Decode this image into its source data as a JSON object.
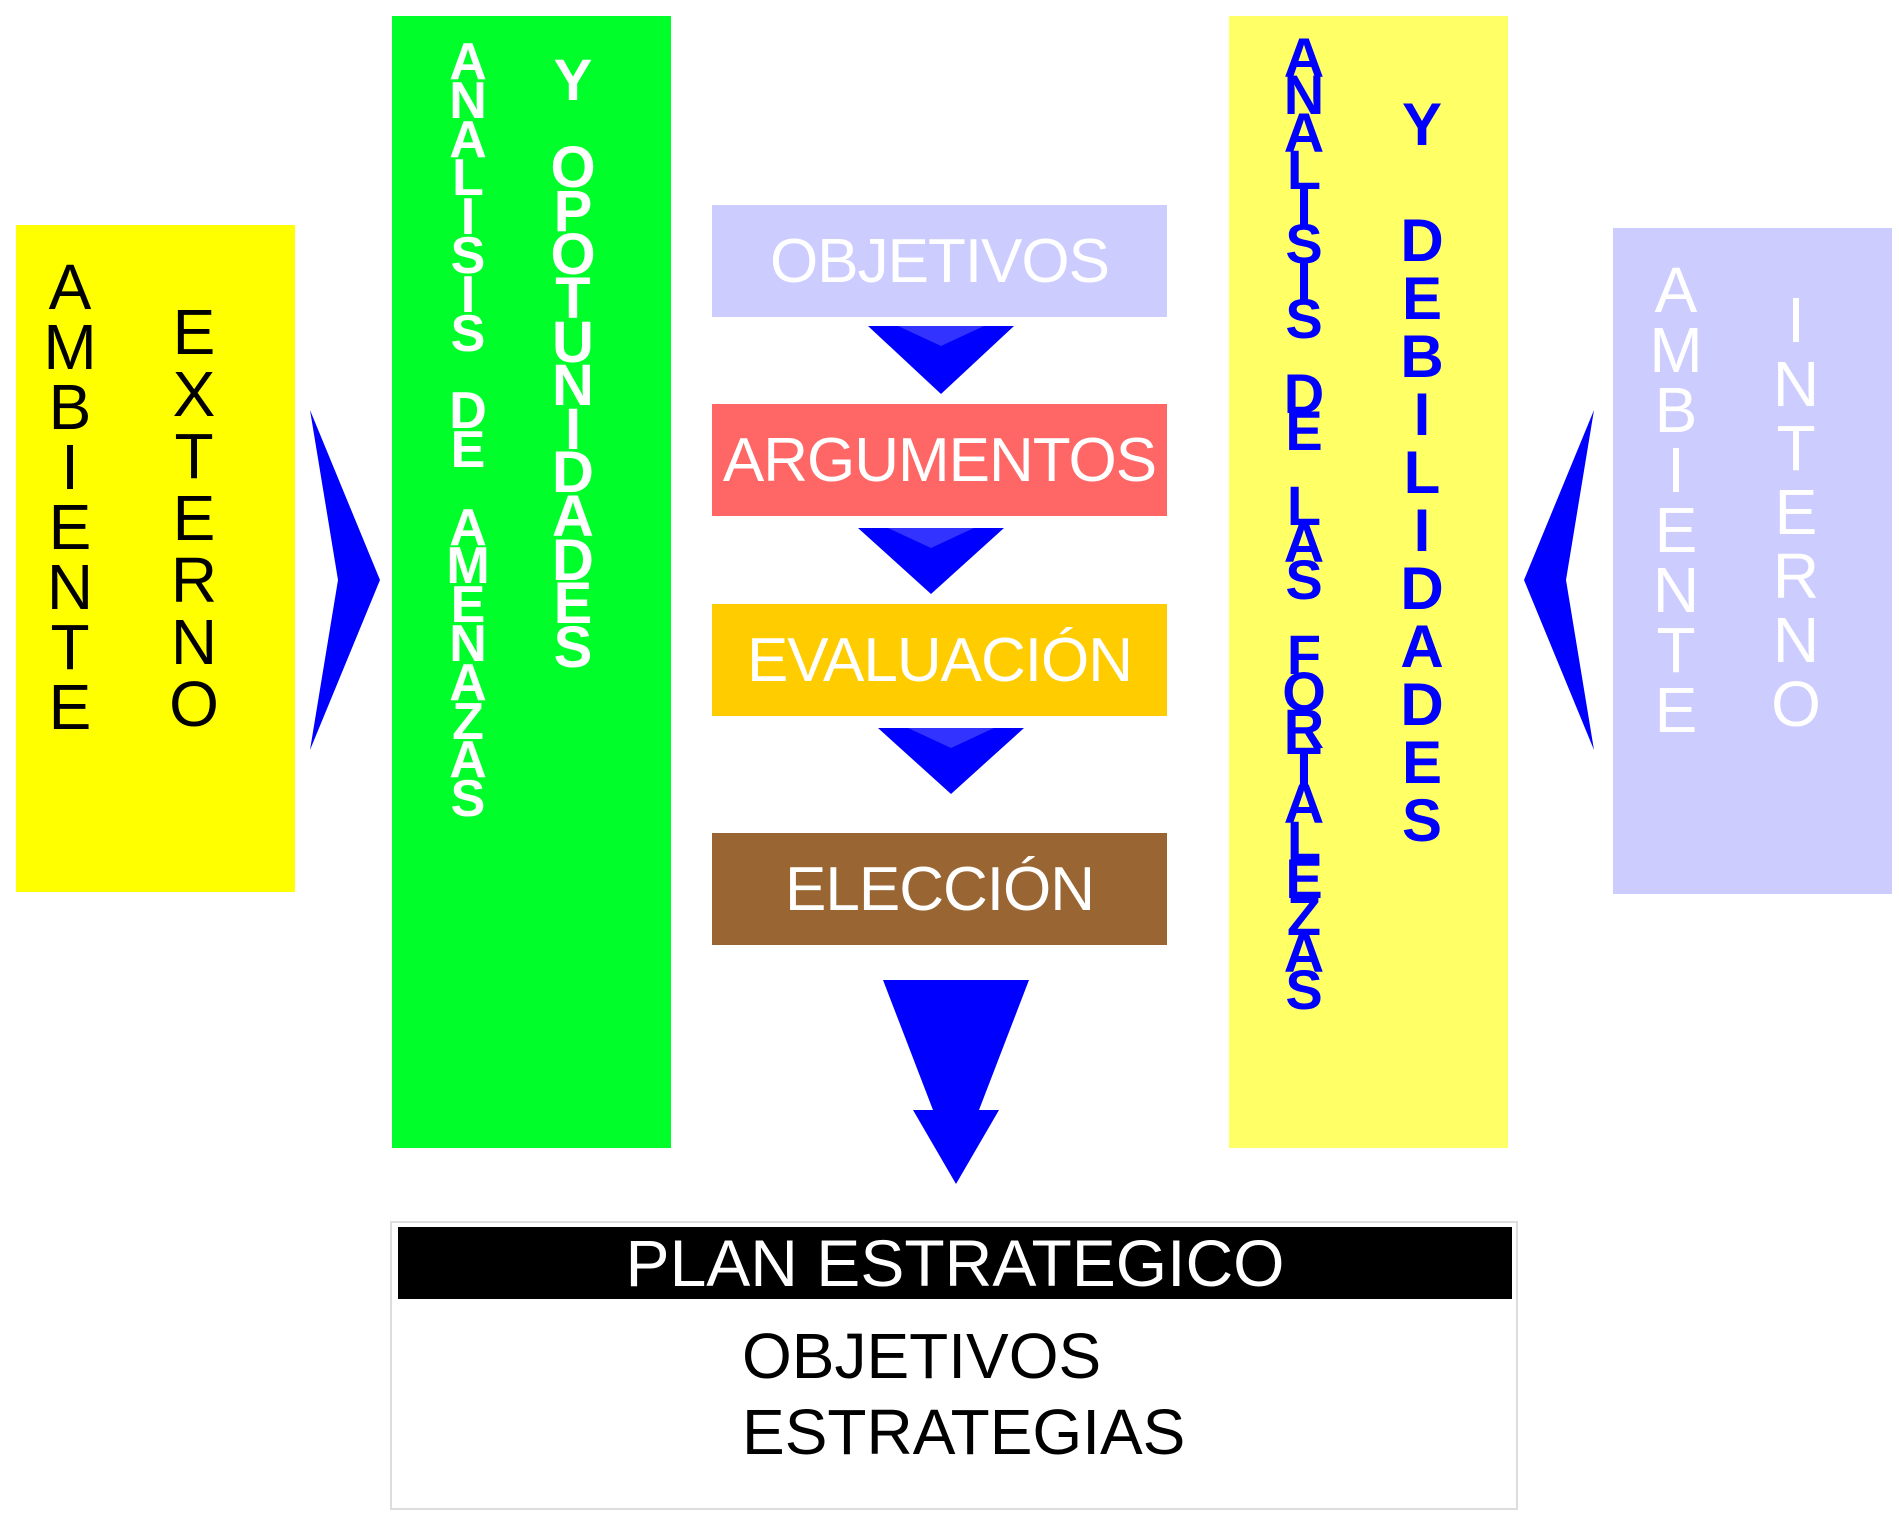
{
  "left_box": {
    "col1": "AMBIENTE",
    "col2": "EXTERNO",
    "color": "#ffff00"
  },
  "green_box": {
    "col1": "ANALISIS DE AMENAZAS",
    "col2": "Y OPOTUNIDADES",
    "color": "#00ff2a"
  },
  "yellow_box": {
    "col1": "ANALISIS DE LAS FORTALEZAS",
    "col2": "Y DEBILIDADES",
    "color": "#ffff66"
  },
  "right_box": {
    "col1": "AMBIENTE",
    "col2": "INTERNO",
    "color": "#ccccff"
  },
  "steps": [
    {
      "label": "OBJETIVOS",
      "color": "#ccccff"
    },
    {
      "label": "ARGUMENTOS",
      "color": "#ff6666"
    },
    {
      "label": "EVALUACIÓN",
      "color": "#ffcc00"
    },
    {
      "label": "ELECCIÓN",
      "color": "#996633"
    }
  ],
  "plan": {
    "title": "PLAN ESTRATEGICO",
    "line1": "OBJETIVOS",
    "line2": "ESTRATEGIAS"
  },
  "arrow_color": "#0000ff"
}
